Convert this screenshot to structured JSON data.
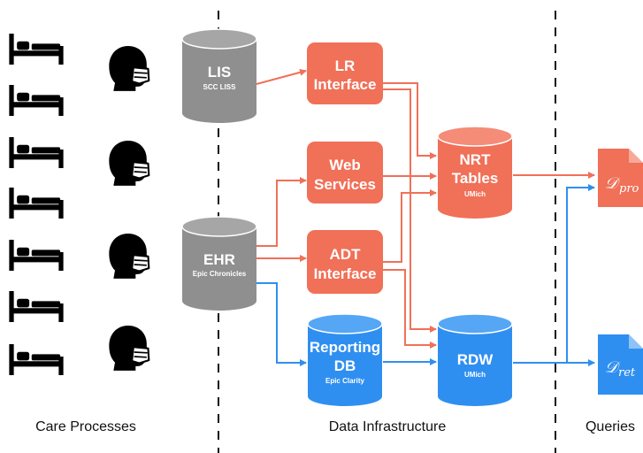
{
  "colors": {
    "red": "#f07058",
    "blue": "#2f8ff0",
    "gray": "#8f8f8f",
    "icon": "#000000"
  },
  "sections": {
    "care": "Care Processes",
    "data": "Data Infrastructure",
    "queries": "Queries"
  },
  "nodes": {
    "lis": {
      "title": "LIS",
      "subtitle": "SCC LISS"
    },
    "ehr": {
      "title": "EHR",
      "subtitle": "Epic Chronicles"
    },
    "lr": {
      "line1": "LR",
      "line2": "Interface"
    },
    "web": {
      "line1": "Web",
      "line2": "Services"
    },
    "adt": {
      "line1": "ADT",
      "line2": "Interface"
    },
    "reporting": {
      "line1": "Reporting",
      "line2": "DB",
      "subtitle": "Epic Clarity"
    },
    "nrt": {
      "line1": "NRT",
      "line2": "Tables",
      "subtitle": "UMich"
    },
    "rdw": {
      "title": "RDW",
      "subtitle": "UMich"
    }
  },
  "outputs": {
    "pro": {
      "letter": "𝒟",
      "sub": "pro"
    },
    "ret": {
      "letter": "𝒟",
      "sub": "ret"
    }
  },
  "icons": {
    "bed": "bed-icon",
    "masked_head": "masked-face-icon"
  }
}
